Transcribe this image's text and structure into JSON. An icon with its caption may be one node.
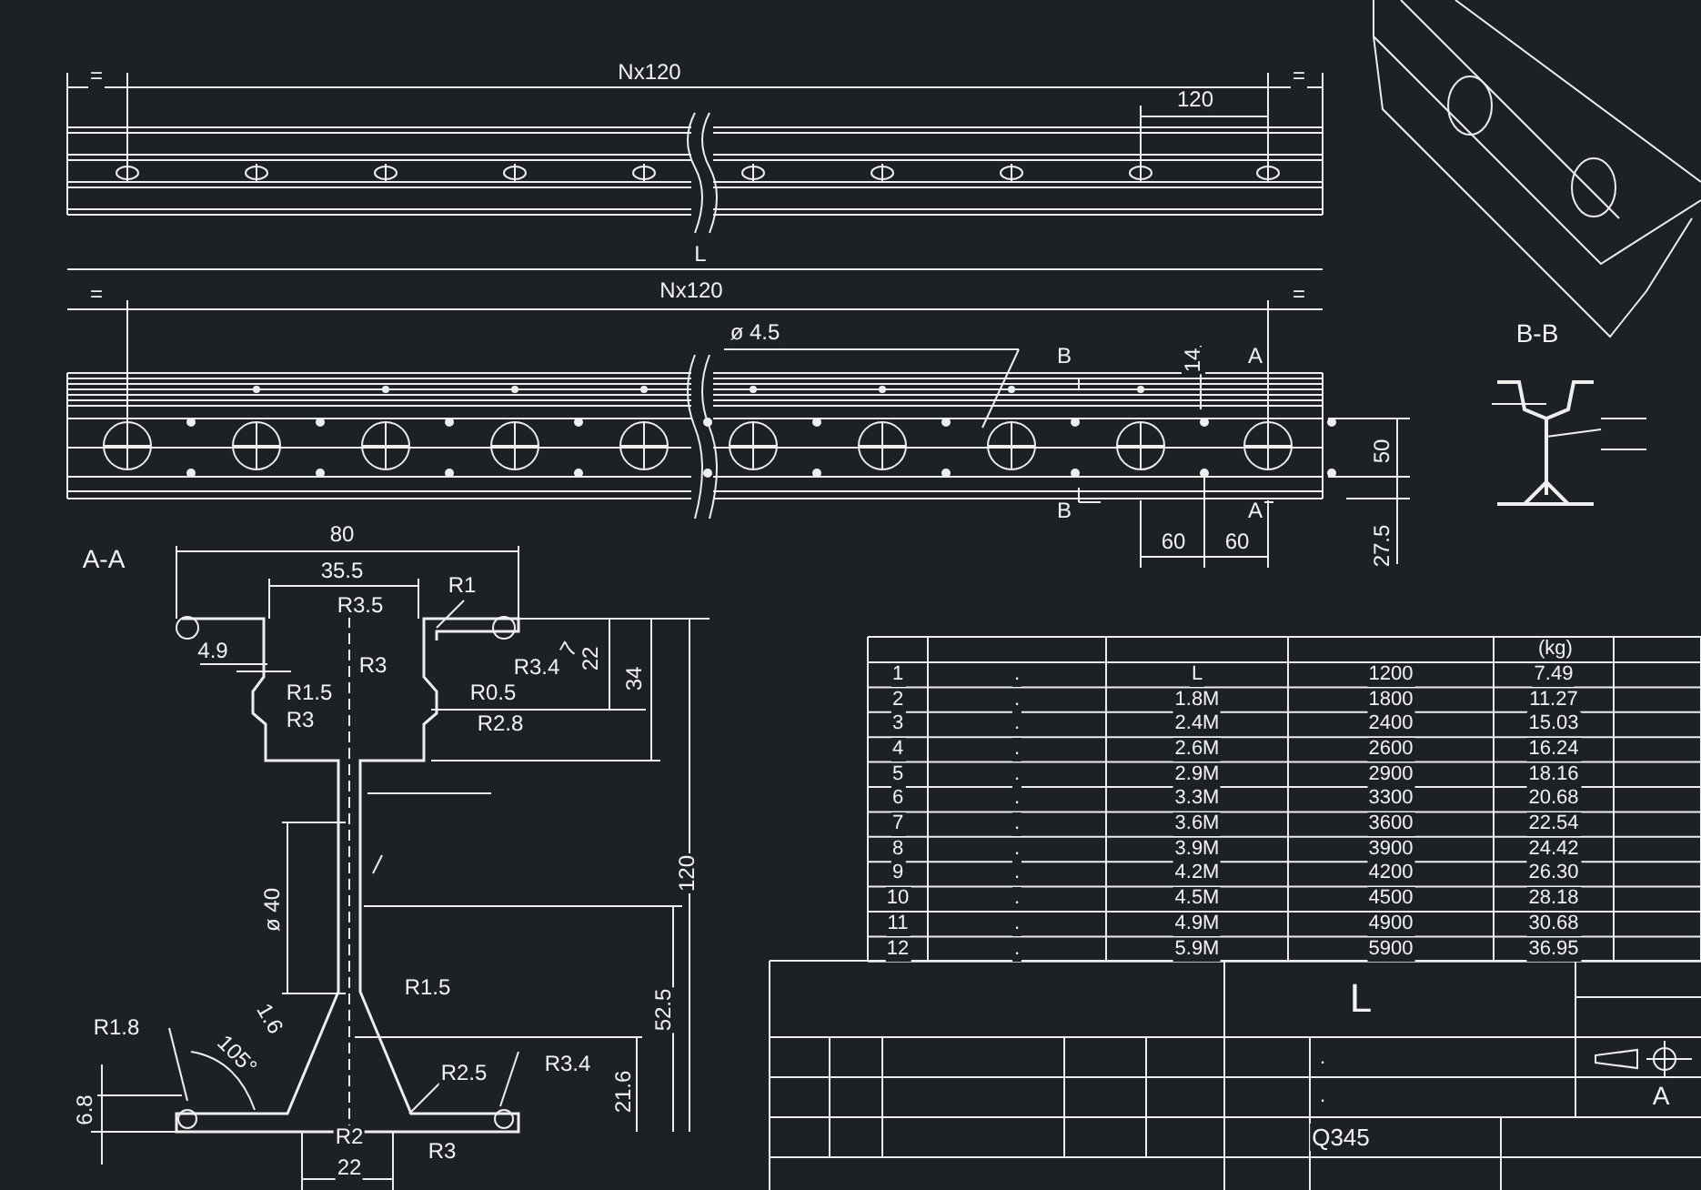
{
  "diagram": {
    "labels": [
      "=",
      "Nx120",
      "=",
      "120",
      "L",
      "=",
      "Nx120",
      "=",
      "ø 4.5",
      "B",
      "14",
      "A",
      "B",
      "A",
      "60",
      "60",
      "50",
      "27.5",
      "B-B",
      "A-A",
      "80",
      "35.5",
      "R1",
      "R3.5",
      "4.9",
      "R3",
      "R3.4",
      "7",
      "22",
      "34",
      "R1.5",
      "R0.5",
      "R3",
      "R2.8",
      "120",
      "ø 40",
      "R1.5",
      "R1.8",
      "1.6",
      "52.5",
      "105°",
      "R2.5",
      "R3.4",
      "6.8",
      "21.6",
      "R2",
      "R3",
      "22",
      "(kg)",
      "1",
      ".",
      "L",
      "1200",
      "7.49",
      "2",
      ".",
      "1.8M",
      "1800",
      "11.27",
      "3",
      ".",
      "2.4M",
      "2400",
      "15.03",
      "4",
      ".",
      "2.6M",
      "2600",
      "16.24",
      "5",
      ".",
      "2.9M",
      "2900",
      "18.16",
      "6",
      ".",
      "3.3M",
      "3300",
      "20.68",
      "7",
      ".",
      "3.6M",
      "3600",
      "22.54",
      "8",
      ".",
      "3.9M",
      "3900",
      "24.42",
      "9",
      ".",
      "4.2M",
      "4200",
      "26.30",
      "10",
      ".",
      "4.5M",
      "4500",
      "28.18",
      "11",
      ".",
      "4.9M",
      "4900",
      "30.68",
      "12",
      ".",
      "5.9M",
      "5900",
      "36.95",
      "L",
      ".",
      ".",
      "Q345",
      "A"
    ]
  }
}
